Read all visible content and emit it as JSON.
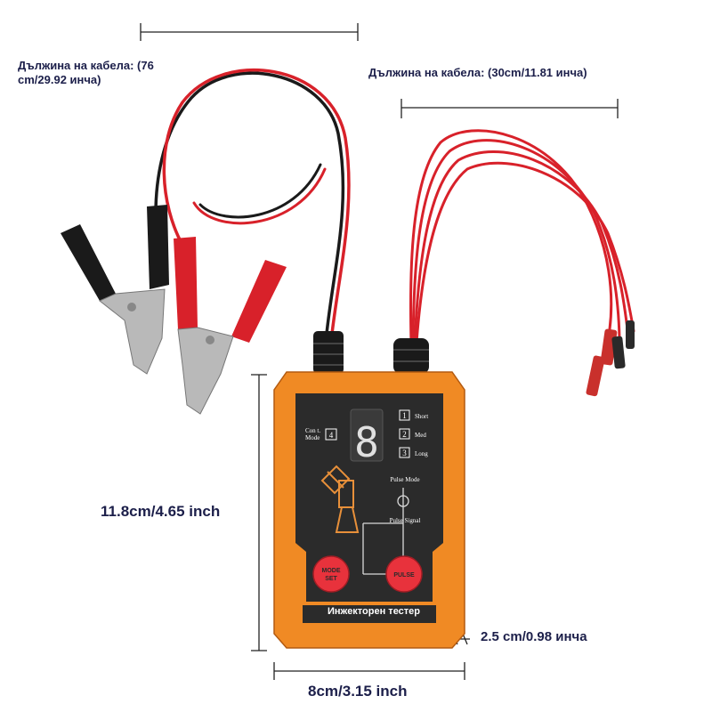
{
  "labels": {
    "long_cable_line1": "Дължина на кабела: (76",
    "long_cable_line2": "cm/29.92 инча)",
    "short_cable": "Дължина на кабела: (30cm/11.81 инча)",
    "height": "11.8cm/4.65 inch",
    "width": "8cm/3.15 inch",
    "depth": "2.5 cm/0.98 инча"
  },
  "device": {
    "name": "Инжекторен тестер",
    "display_digit": "8",
    "cont_mode_line1": "Con t.",
    "cont_mode_line2": "Mode",
    "cont_mode_num": "4",
    "options": [
      {
        "num": "1",
        "text": "Short"
      },
      {
        "num": "2",
        "text": "Med"
      },
      {
        "num": "3",
        "text": "Long"
      }
    ],
    "pulse_mode": "Pulse Mode",
    "pulse_signal": "Pulse Signal",
    "mode_button_line1": "MODE",
    "mode_button_line2": "SET",
    "pulse_button": "PULSE"
  },
  "colors": {
    "housing": "#f08a24",
    "panel": "#2b2b2b",
    "wire_red": "#d8212a",
    "wire_black": "#1a1a1a",
    "button": "#e8323c",
    "label_text": "#1c1f4a"
  }
}
